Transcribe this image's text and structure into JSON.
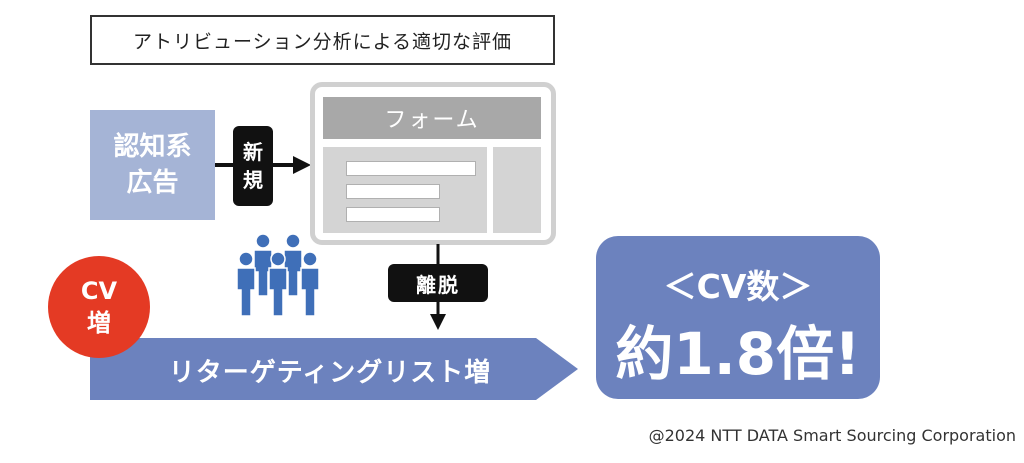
{
  "title": "アトリビューション分析による適切な評価",
  "ad": {
    "line1": "認知系",
    "line2": "広告"
  },
  "new_tag": {
    "line1": "新",
    "line2": "規"
  },
  "form": {
    "header": "フォーム"
  },
  "exit_tag": "離脱",
  "cv_badge": {
    "line1": "CV",
    "line2": "増"
  },
  "retargeting_label": "リターゲティングリスト増",
  "result": {
    "line1": "＜CV数＞",
    "line2": "約1.8倍!"
  },
  "copyright": "@2024 NTT DATA Smart Sourcing Corporation",
  "colors": {
    "ad": "#a5b4d6",
    "arrow": "#6c82be",
    "badge": "#e43a24",
    "people": "#3f6fb8"
  },
  "icons": {
    "people": "people-group-icon"
  }
}
